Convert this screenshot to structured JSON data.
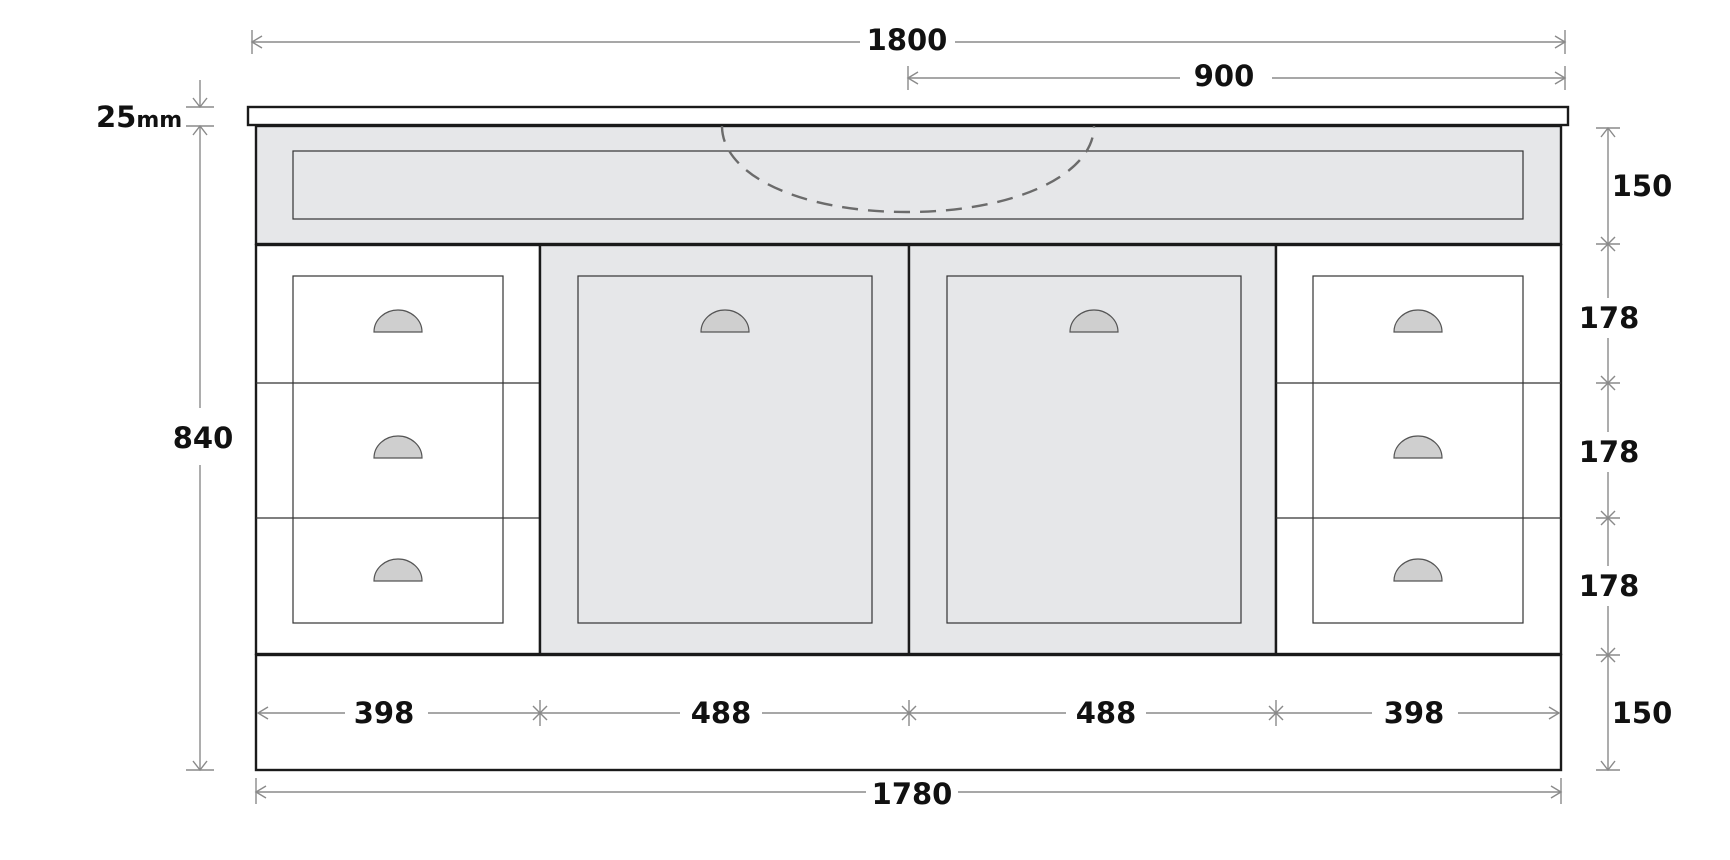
{
  "dimensions": {
    "overall_top_width": "1800",
    "half_width": "900",
    "top_thickness": "25",
    "top_thickness_unit": "mm",
    "overall_height": "840",
    "basin_panel_height": "150",
    "drawer_height_1": "178",
    "drawer_height_2": "178",
    "drawer_height_3": "178",
    "kick_height": "150",
    "left_drawer_width": "398",
    "left_door_width": "488",
    "right_door_width": "488",
    "right_drawer_width": "398",
    "cabinet_width": "1780"
  },
  "colors": {
    "panel_fill": "#e6e7e9",
    "drawer_fill": "#ffffff",
    "outline": "#1a1a1a",
    "dimension_line": "#8a8a8a",
    "handle_fill": "#cfcfcf"
  },
  "icons": {
    "handle": "cup-handle-icon",
    "basin": "dashed-basin-outline"
  }
}
